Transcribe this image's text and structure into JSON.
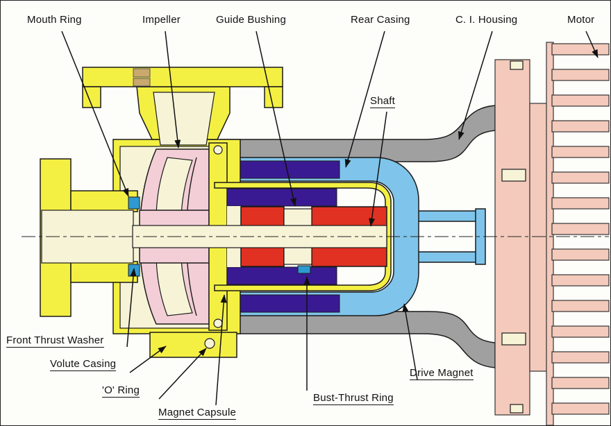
{
  "labels": {
    "mouth_ring": "Mouth Ring",
    "impeller": "Impeller",
    "guide_bushing": "Guide Bushing",
    "rear_casing": "Rear Casing",
    "ci_housing": "C. I. Housing",
    "motor": "Motor",
    "shaft": "Shaft",
    "front_thrust_washer": "Front Thrust Washer",
    "volute_casing": "Volute Casing",
    "o_ring": "'O' Ring",
    "magnet_capsule": "Magnet Capsule",
    "bust_thrust_ring": "Bust-Thrust Ring",
    "drive_magnet": "Drive Magnet"
  },
  "colors": {
    "casing_yellow": "#f4f043",
    "impeller_pink": "#f3ced6",
    "rear_casing_blue": "#7fc4ea",
    "magnet_purple": "#3a1a92",
    "rotor_red": "#e13122",
    "housing_gray": "#a0a0a0",
    "motor_salmon": "#f3cabb",
    "bore_cream": "#f6f3d7",
    "ring_blue": "#2f9ad1",
    "bolt_tan": "#c9a96e",
    "line_black": "#111111"
  }
}
